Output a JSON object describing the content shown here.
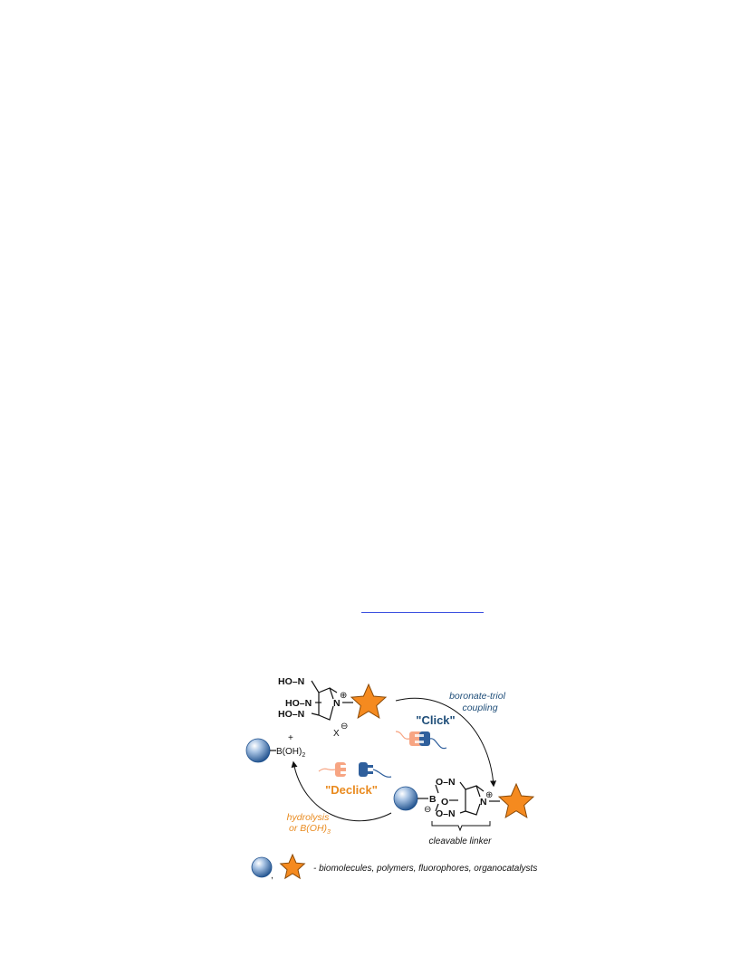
{
  "reagent": {
    "hydroxylamines": [
      "HO–N",
      "HO–N",
      "HO–N"
    ],
    "nitrogen": "N",
    "charge": "⊕",
    "counterion": "X",
    "counterion_charge": "⊖"
  },
  "plus": "+",
  "boronic_acid": {
    "label": "B(OH)",
    "subscript": "2"
  },
  "product": {
    "boron": "B",
    "boron_charge": "⊖",
    "oxygens": [
      "O–N",
      "O",
      "O–N"
    ],
    "nitrogen": "N",
    "charge": "⊕"
  },
  "forward": {
    "label_line1": "boronate-triol",
    "label_line2": "coupling",
    "title": "\"Click\""
  },
  "reverse": {
    "label_line1": "hydrolysis",
    "label_line2": "or B(OH)",
    "label_sub": "3",
    "title": "\"Declick\""
  },
  "cleavable": "cleavable linker",
  "legend": {
    "separator": ",",
    "text": "- biomolecules, polymers, fluorophores, organocatalysts"
  },
  "colors": {
    "orange": "#f58a1f",
    "blue": "#1f4e79",
    "sphere": "#2c5d99",
    "plug_light": "#f7a583",
    "plug_dark": "#2f5f9c"
  }
}
